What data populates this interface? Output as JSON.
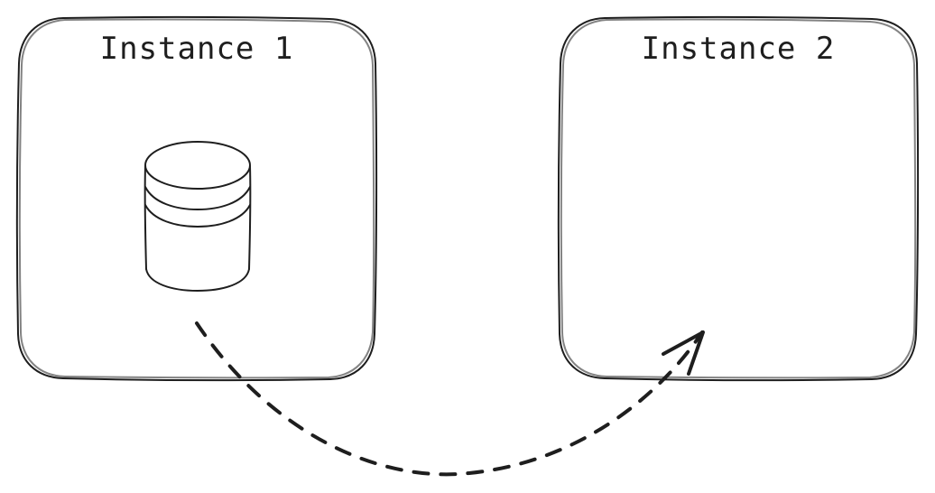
{
  "diagram": {
    "instances": [
      {
        "label": "Instance 1"
      },
      {
        "label": "Instance 2"
      }
    ],
    "connector": {
      "style": "dashed",
      "direction": "instance-1-to-instance-2"
    },
    "icons": [
      "database-icon"
    ],
    "colors": {
      "stroke": "#1e1e1e",
      "background": "#ffffff"
    }
  }
}
